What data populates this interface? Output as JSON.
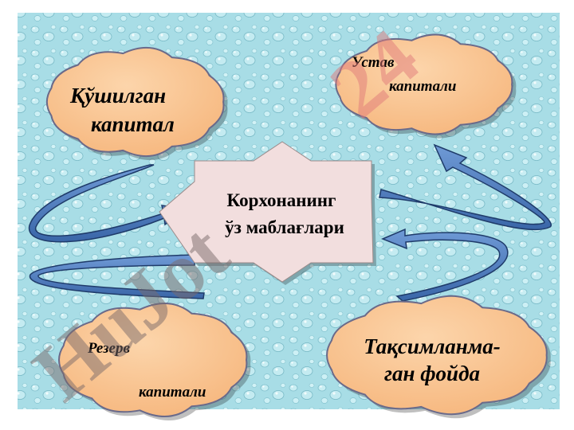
{
  "center": {
    "line1": "Корхонанинг",
    "line2": "ўз маблағлари"
  },
  "clouds": {
    "top_left": {
      "line1": "Қўшилган",
      "line2": "капитал"
    },
    "top_right": {
      "line1": "Устав",
      "line2": "капитали"
    },
    "bottom_left": {
      "line1": "Резерв",
      "line2": "капитали"
    },
    "bottom_right": {
      "line1": "Тақсимланма-",
      "line2": "ган фойда"
    }
  },
  "watermark": {
    "text_left": "HuJot",
    "text_right": "24"
  },
  "colors": {
    "background": "#a8dde6",
    "cloud_fill": "#f9c28e",
    "cloud_stroke": "#6a6a8a",
    "star_fill": "#f2dede",
    "arrow_fill": "#4f7fc2",
    "arrow_dark": "#2c4f86",
    "watermark_left": "#7a6a6a",
    "watermark_right": "#e07a7a"
  }
}
